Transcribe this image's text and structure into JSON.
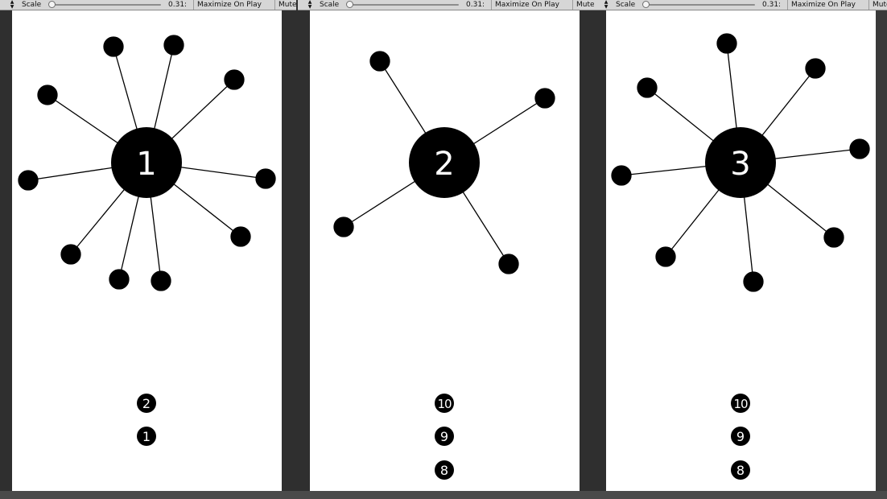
{
  "toolbar": {
    "scale_label": "Scale",
    "scale_value": "0.31:",
    "maximize_label": "Maximize On Play",
    "mute_label": "Mute"
  },
  "colors": {
    "background": "#ffffff",
    "pin": "#000000",
    "label": "#ffffff",
    "frame": "#2f2f2f"
  },
  "levels": [
    {
      "level": "1",
      "pins_stuck": 10,
      "queue": [
        "2",
        "1"
      ]
    },
    {
      "level": "2",
      "pins_stuck": 4,
      "queue": [
        "10",
        "9",
        "8"
      ]
    },
    {
      "level": "3",
      "pins_stuck": 8,
      "queue": [
        "10",
        "9",
        "8"
      ]
    }
  ]
}
